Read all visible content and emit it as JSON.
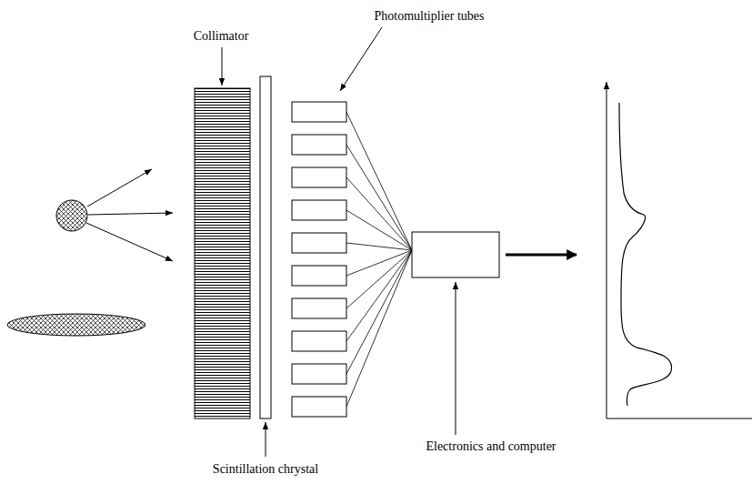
{
  "diagram": {
    "labels": [
      "Photomultiplier tubes",
      "Collimator",
      "Scintillation chrystal",
      "Electronics and computer"
    ]
  }
}
